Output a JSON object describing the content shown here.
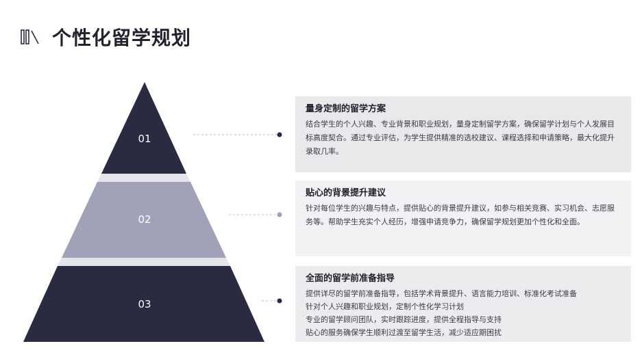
{
  "header": {
    "title": "个性化留学规划",
    "icon": "books-icon"
  },
  "colors": {
    "dark": "#2a2a40",
    "mid": "#a1a2b8",
    "connector": "#2a2a40",
    "connector_light": "#a1a2b8"
  },
  "tiers": [
    {
      "number": "01",
      "title": "量身定制的留学方案",
      "body": "结合学生的个人兴趣、专业背景和职业规划，量身定制留学方案，确保留学计划与个人发展目标高度契合。通过专业评估，为学生提供精准的选校建议、课程选择和申请策略，最大化提升录取几率。"
    },
    {
      "number": "02",
      "title": "贴心的背景提升建议",
      "body": "针对每位学生的兴趣与特点，提供贴心的背景提升建议，如参与相关竞赛、实习机会、志愿服务等。帮助学生充实个人经历，增强申请竞争力，确保留学规划更加个性化和全面。"
    },
    {
      "number": "03",
      "title": "全面的留学前准备指导",
      "lines": [
        "提供详尽的留学前准备指导，包括学术背景提升、语言能力培训、标准化考试准备",
        "针对个人兴趣和职业规划，定制个性化学习计划",
        "专业的留学顾问团队，实时跟踪进度，提供全程指导与支持",
        "贴心的服务确保学生顺利过渡至留学生活，减少适应期困扰"
      ]
    }
  ]
}
